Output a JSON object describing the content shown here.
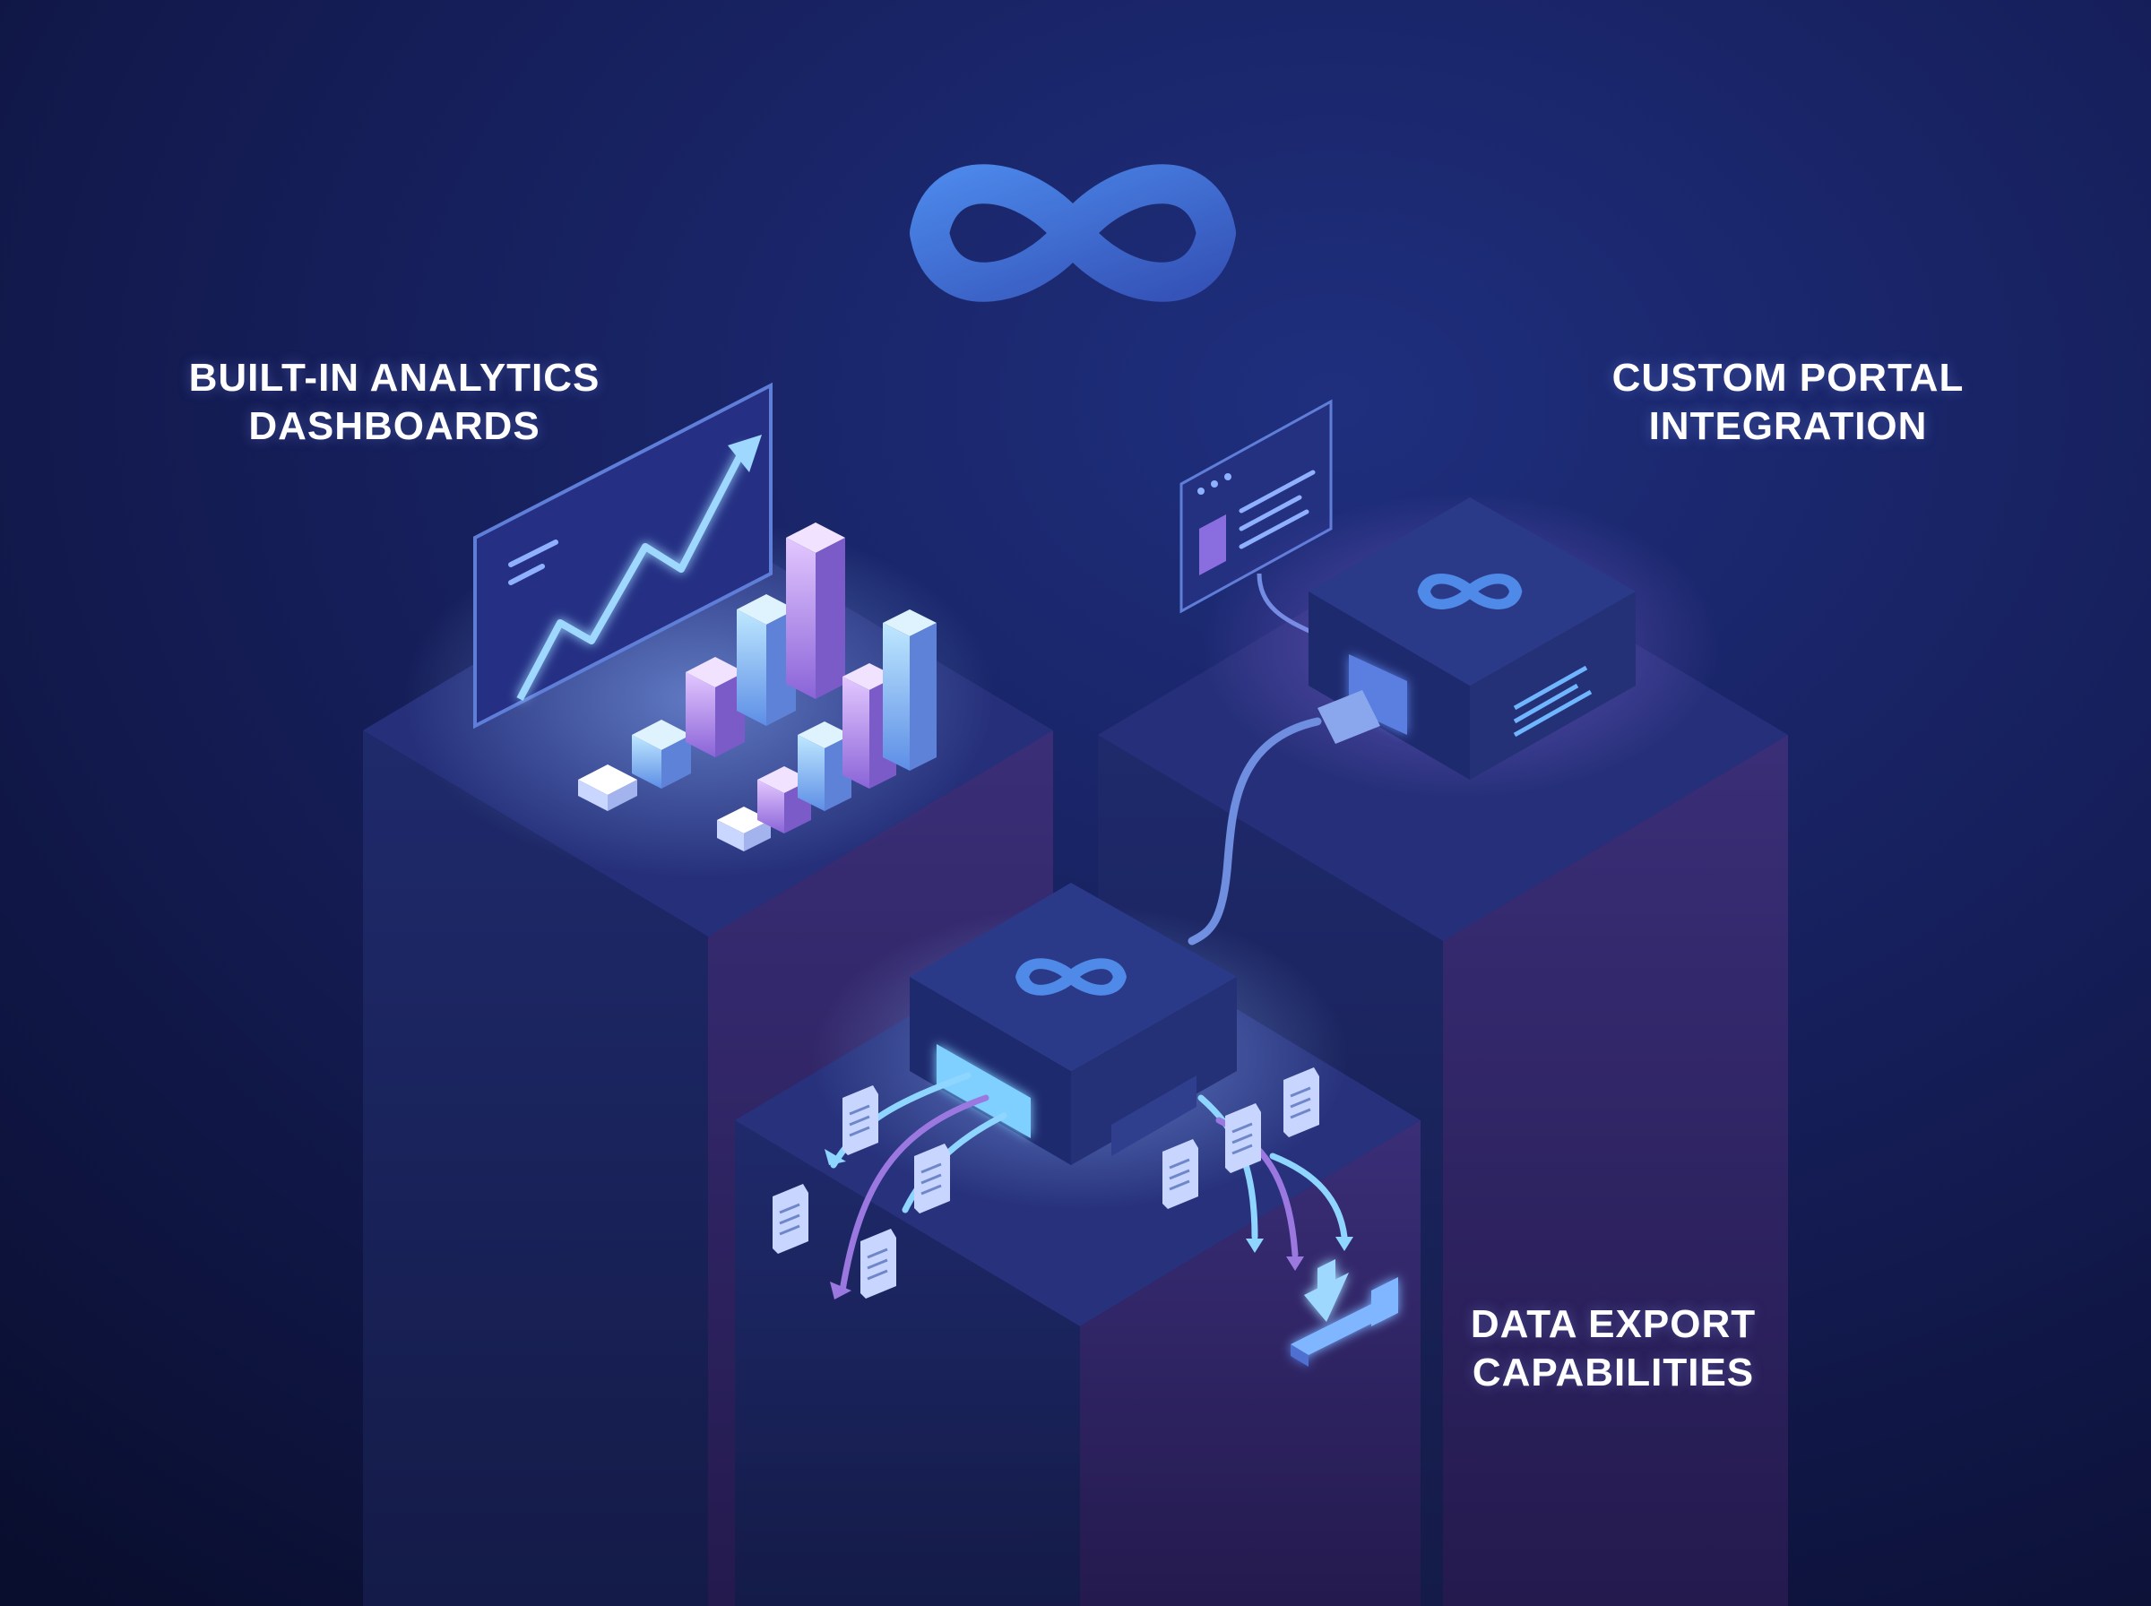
{
  "brand": {
    "logo": "infinity-icon",
    "accent_color": "#3f6fd8",
    "background_color": "#0c1238"
  },
  "features": [
    {
      "id": "analytics",
      "lines": [
        "BUILT-IN ANALYTICS",
        "DASHBOARDS"
      ],
      "icon": "bar-chart-icon"
    },
    {
      "id": "portal",
      "lines": [
        "CUSTOM PORTAL",
        "INTEGRATION"
      ],
      "icon": "browser-window-icon"
    },
    {
      "id": "export",
      "lines": [
        "DATA EXPORT",
        "CAPABILITIES"
      ],
      "icon": "download-tray-icon"
    }
  ],
  "colors": {
    "pillar_top": "#2a3580",
    "pillar_left": "#1d2664",
    "pillar_right": "#3a2c77",
    "device": "#26347a",
    "glow": "#7fd0ff",
    "purple": "#a07be0"
  }
}
